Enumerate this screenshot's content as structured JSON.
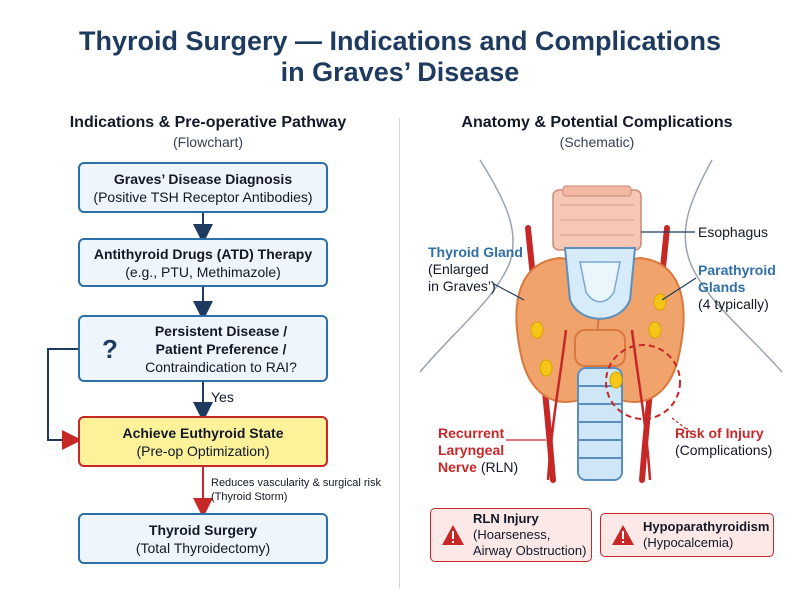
{
  "title": {
    "line1": "Thyroid Surgery — Indications and Complications",
    "line2": "in Graves’ Disease"
  },
  "left": {
    "heading": "Indications & Pre-operative Pathway",
    "subheading": "(Flowchart)",
    "boxes": [
      {
        "bold": "Graves’ Disease Diagnosis",
        "normal": "(Positive TSH Receptor Antibodies)"
      },
      {
        "bold": "Antithyroid Drugs (ATD) Therapy",
        "normal": "(e.g., PTU, Methimazole)"
      },
      {
        "bold1": "Persistent Disease /",
        "bold2": "Patient Preference /",
        "normal": "Contraindication to RAI?",
        "icon": "question-mark"
      },
      {
        "bold": "Achieve Euthyroid State",
        "normal": "(Pre-op Optimization)"
      },
      {
        "bold": "Thyroid Surgery",
        "normal": "(Total Thyroidectomy)"
      }
    ],
    "yes_label": "Yes",
    "note_line1": "Reduces vascularity & surgical risk",
    "note_line2": "(Thyroid Storm)"
  },
  "right": {
    "heading": "Anatomy & Potential Complications",
    "subheading": "(Schematic)",
    "labels": {
      "esophagus": "Esophagus",
      "thyroid_title": "Thyroid Gland",
      "thyroid_line1": "(Enlarged",
      "thyroid_line2": "in Graves’)",
      "parathyroid_title1": "Parathyroid",
      "parathyroid_title2": "Glands",
      "parathyroid_note": "(4 typically)",
      "rln_title1": "Recurrent",
      "rln_title2": "Laryngeal",
      "rln_title3": "Nerve",
      "rln_abbr": "(RLN)",
      "risk_title": "Risk of Injury",
      "risk_note": "(Complications)"
    },
    "complications": [
      {
        "title": "RLN Injury",
        "line1": "(Hoarseness,",
        "line2": "Airway Obstruction)",
        "icon": "warning-icon"
      },
      {
        "title": "Hypoparathyroidism",
        "line1": "(Hypocalcemia)",
        "icon": "warning-icon"
      }
    ]
  },
  "colors": {
    "title": "#1e3a5f",
    "box_border": "#2f6fa8",
    "box_fill": "#eef5fc",
    "highlight_fill": "#fdf29a",
    "danger": "#c62828",
    "thyroid": "#f0a36b",
    "parathyroid": "#f5c518"
  }
}
